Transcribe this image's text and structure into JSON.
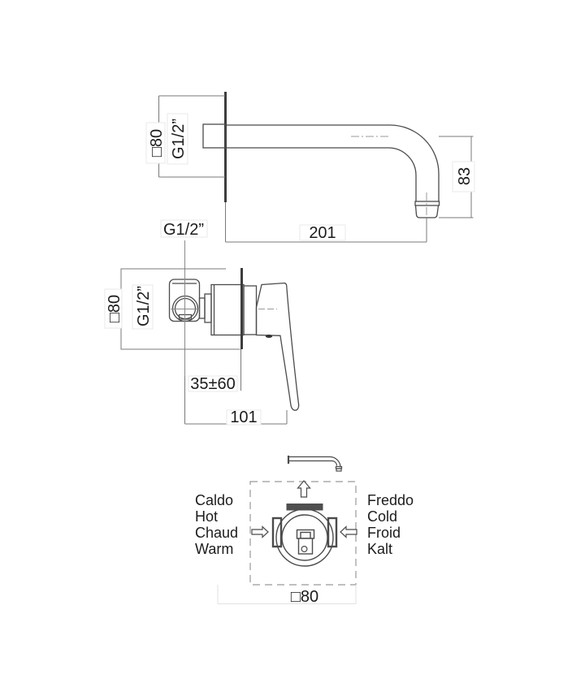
{
  "top_view": {
    "square": "□80",
    "thread": "G1/2”",
    "height": "83",
    "length": "201"
  },
  "mid_view": {
    "thread_label": "G1/2”",
    "square": "□80",
    "thread": "G1/2”",
    "depth_range": "35±60",
    "depth_total": "101"
  },
  "bottom_view": {
    "hot": [
      "Caldo",
      "Hot",
      "Chaud",
      "Warm"
    ],
    "cold": [
      "Freddo",
      "Cold",
      "Froid",
      "Kalt"
    ],
    "square": "□80"
  },
  "colors": {
    "line": "#4b4b4b",
    "wall": "#3d3d3d",
    "dimension": "#7a7a7a",
    "centerline": "#9a9a9a",
    "dashed_outline": "#999999",
    "text": "#1c1c1c",
    "faint_guide": "#e6e6e6"
  }
}
